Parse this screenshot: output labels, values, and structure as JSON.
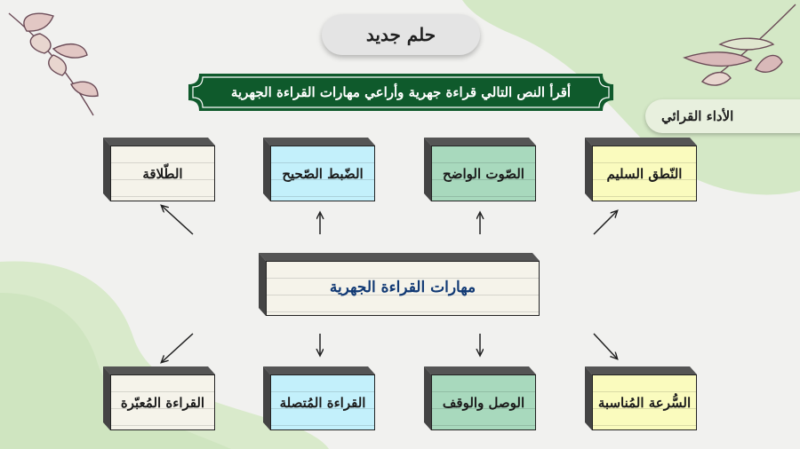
{
  "title": "حلم جديد",
  "instruction": "أقرأ النص التالي قراءة جهرية وأراعي مهارات القراءة الجهرية",
  "tag": "الأداء القرائي",
  "center": "مهارات القراءة الجهرية",
  "skills_top": [
    {
      "label": "الطّلاقة",
      "color": "#f5f3ea"
    },
    {
      "label": "الضّبط الصّحيح",
      "color": "#c3f0fb"
    },
    {
      "label": "الصّوت الواضح",
      "color": "#a8d9bd"
    },
    {
      "label": "النّطق السليم",
      "color": "#fafbbe"
    }
  ],
  "skills_bottom": [
    {
      "label": "القراءة المُعبّرة",
      "color": "#f5f3ea"
    },
    {
      "label": "القراءة المُتصلة",
      "color": "#c3f0fb"
    },
    {
      "label": "الوصل والوقف",
      "color": "#a8d9bd"
    },
    {
      "label": "السُّرعة المُناسبة",
      "color": "#fafbbe"
    }
  ],
  "colors": {
    "banner": "#0f5a2c",
    "accent_leaf": "#7a4a60"
  }
}
